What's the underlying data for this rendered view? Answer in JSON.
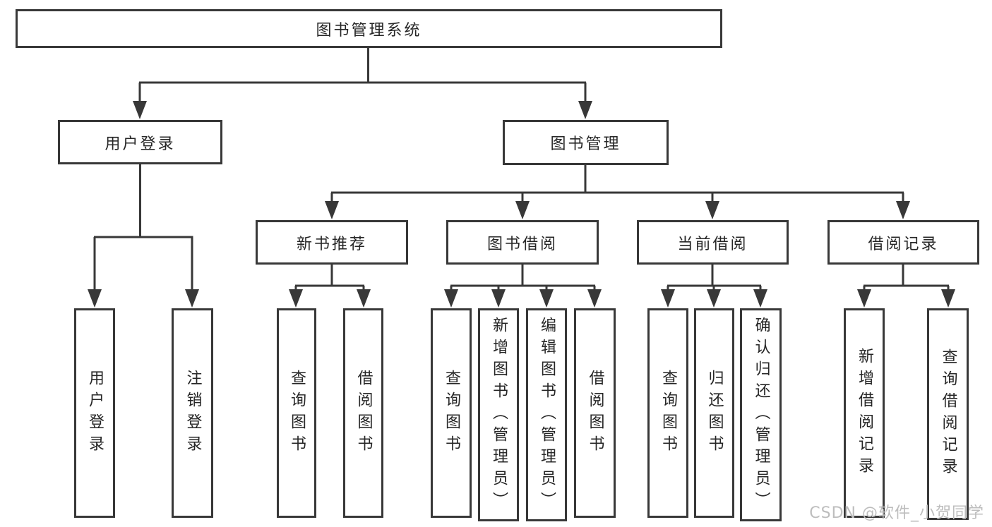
{
  "diagram": {
    "title": "图书管理系统",
    "tree": {
      "label": "图书管理系统",
      "children": [
        {
          "label": "用户登录",
          "children": [
            {
              "label": "用户登录"
            },
            {
              "label": "注销登录"
            }
          ]
        },
        {
          "label": "图书管理",
          "children": [
            {
              "label": "新书推荐",
              "children": [
                {
                  "label": "查询图书"
                },
                {
                  "label": "借阅图书"
                }
              ]
            },
            {
              "label": "图书借阅",
              "children": [
                {
                  "label": "查询图书"
                },
                {
                  "label": "新增图书（管理员）"
                },
                {
                  "label": "编辑图书（管理员）"
                },
                {
                  "label": "借阅图书"
                }
              ]
            },
            {
              "label": "当前借阅",
              "children": [
                {
                  "label": "查询图书"
                },
                {
                  "label": "归还图书"
                },
                {
                  "label": "确认归还（管理员）"
                }
              ]
            },
            {
              "label": "借阅记录",
              "children": [
                {
                  "label": "新增借阅记录"
                },
                {
                  "label": "查询借阅记录"
                }
              ]
            }
          ]
        }
      ]
    },
    "colors": {
      "line": "#383838",
      "text": "#262626",
      "background": "#ffffff",
      "watermark_text": "#bdbdbd"
    }
  },
  "watermark": {
    "text": "CSDN @软件_小贺同学"
  }
}
